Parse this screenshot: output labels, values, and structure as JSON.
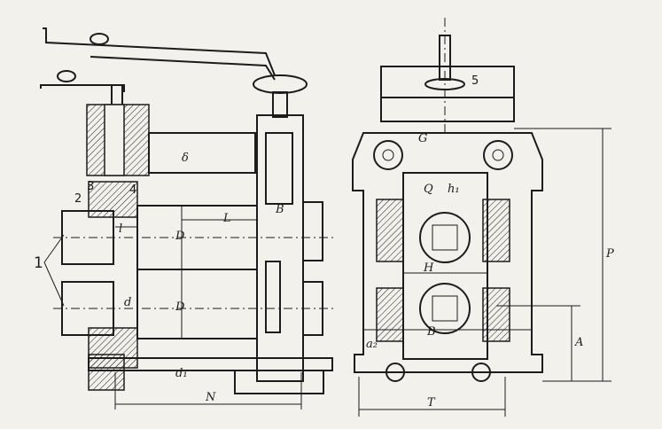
{
  "labels": {
    "callout_1": "1",
    "callout_2": "2",
    "callout_3": "3",
    "callout_4": "4",
    "callout_5": "5",
    "dim_L": "L",
    "dim_l": "l",
    "dim_D_upper": "D",
    "dim_D_lower": "D",
    "dim_d": "d",
    "dim_delta": "δ",
    "dim_B_side": "B",
    "dim_N": "N",
    "dim_d1": "d₁",
    "dim_G": "G",
    "dim_Q": "Q",
    "dim_h1": "h₁",
    "dim_H": "H",
    "dim_B_front": "B",
    "dim_P": "P",
    "dim_A": "A",
    "dim_T": "T",
    "dim_a2": "a₂"
  },
  "colors": {
    "ink": "#1c1c1c",
    "paper": "#f3f1ec"
  }
}
